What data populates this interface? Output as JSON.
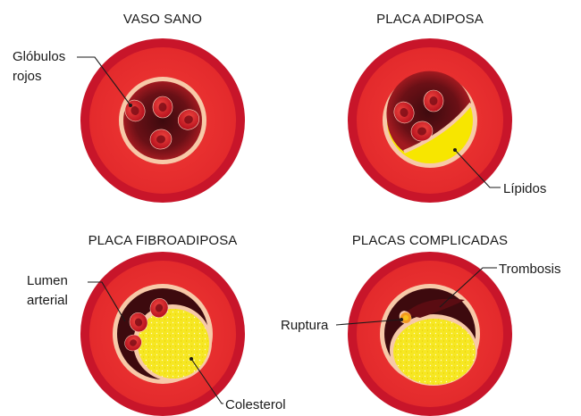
{
  "panels": [
    {
      "title": "VASO SANO",
      "labels": {
        "rbc": [
          "Glóbulos",
          "rojos"
        ]
      }
    },
    {
      "title": "PLACA ADIPOSA",
      "labels": {
        "lipids": "Lípidos"
      }
    },
    {
      "title": "PLACA FIBROADIPOSA",
      "labels": {
        "lumen": [
          "Lumen",
          "arterial"
        ],
        "cholesterol": "Colesterol"
      }
    },
    {
      "title": "PLACAS COMPLICADAS",
      "labels": {
        "thrombosis": "Trombosis",
        "rupture": "Ruptura"
      }
    }
  ],
  "colors": {
    "outer_wall": "#e32a2c",
    "ring_dark": "#c8152a",
    "intima": "#f7c9a8",
    "lumen_dark": "#3d0a0e",
    "lumen_mid": "#9a1a22",
    "rbc": "#d11d2a",
    "lipid_yellow": "#f7e600",
    "cholesterol_yellow": "#f5e61c",
    "rupture_orange": "#f39a1e"
  }
}
